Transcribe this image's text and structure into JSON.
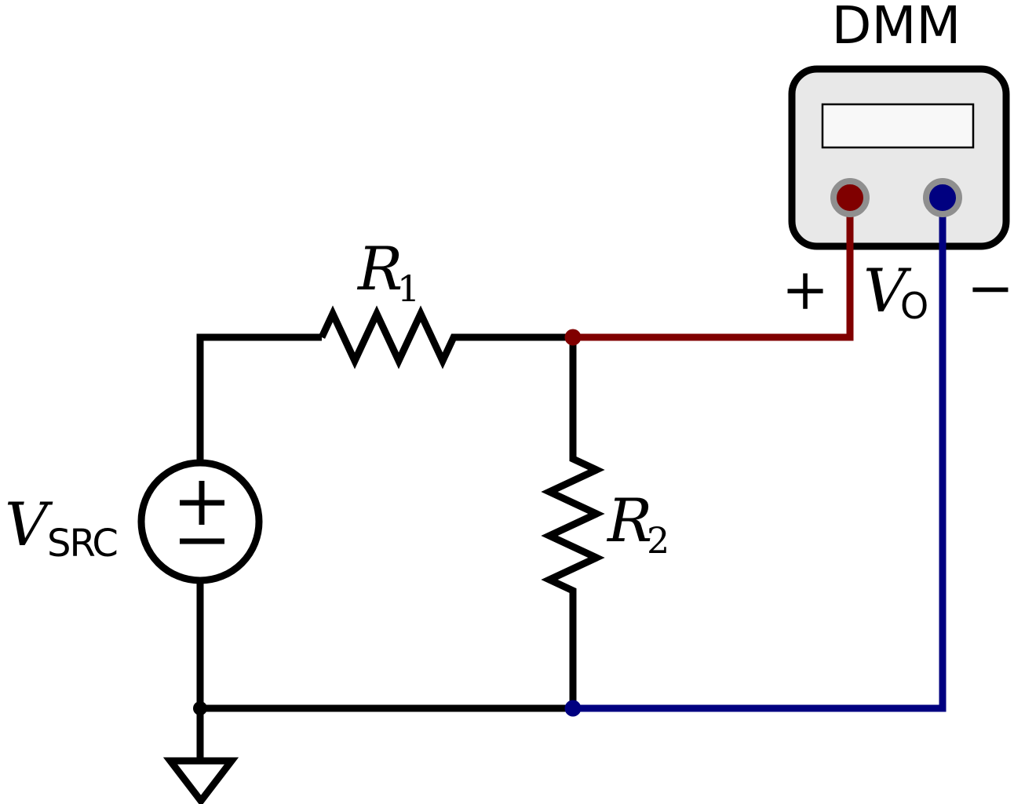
{
  "dmm": {
    "title": "DMM"
  },
  "labels": {
    "source": {
      "base": "V",
      "sub": "SRC"
    },
    "r1": {
      "base": "R",
      "sub": "1"
    },
    "r2": {
      "base": "R",
      "sub": "2"
    },
    "output": {
      "plus": "+",
      "base": "V",
      "sub": "O",
      "minus": "−"
    }
  },
  "colors": {
    "wire": "#000000",
    "positive_lead": "#800000",
    "negative_lead": "#000080",
    "terminal_ring": "#8f8f8f",
    "dmm_body": "#e8e8e8",
    "dmm_display": "#f8f8f8",
    "ground_fill": "#ffffff"
  }
}
